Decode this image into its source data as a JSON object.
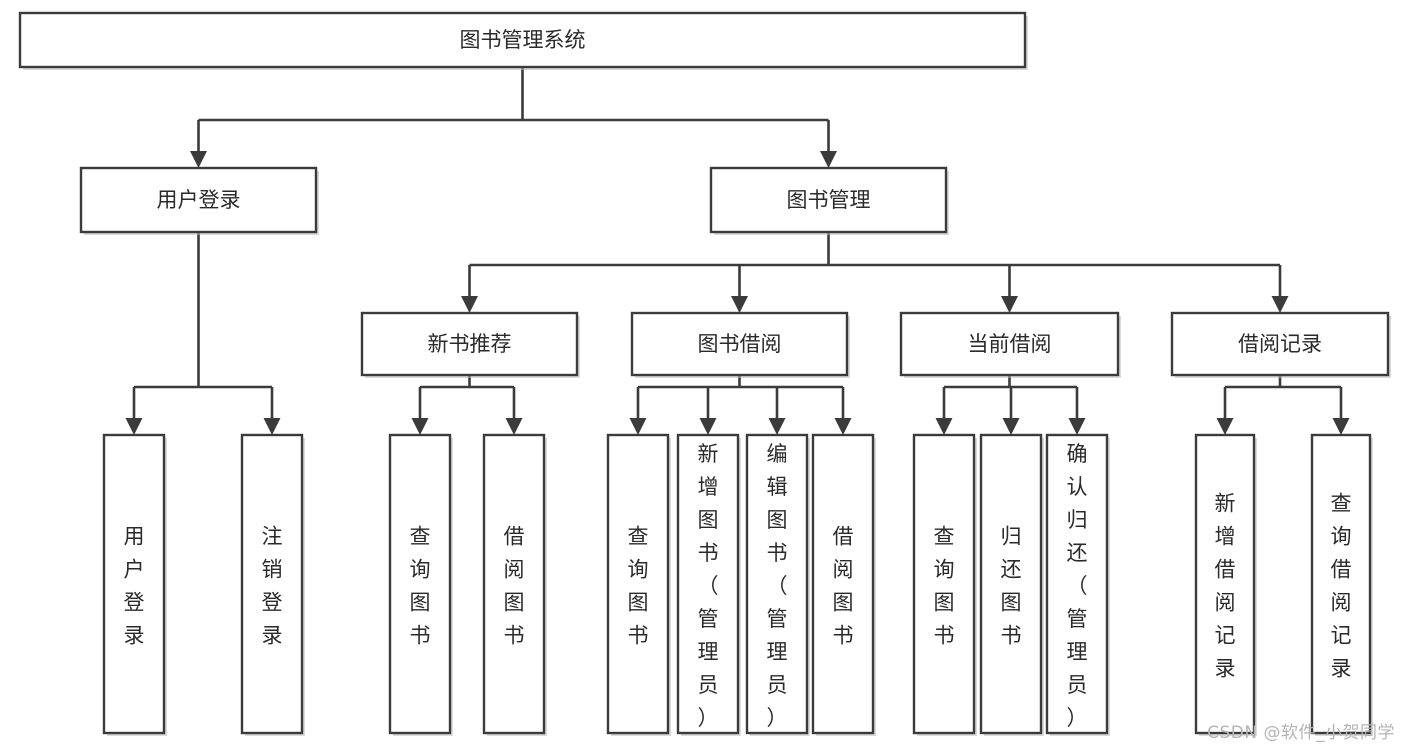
{
  "diagram": {
    "type": "tree-hierarchy",
    "title": "图书管理系统",
    "watermark": "CSDN @软件_小贺同学",
    "colors": {
      "stroke": "#3b3b3b",
      "fill": "#ffffff",
      "text": "#2a2a2a",
      "watermark": "#b4b4b4",
      "background": "#ffffff"
    },
    "levels": [
      {
        "level": 0,
        "nodes": [
          {
            "id": "root",
            "label": "图书管理系统",
            "orientation": "horizontal"
          }
        ]
      },
      {
        "level": 1,
        "nodes": [
          {
            "id": "login",
            "label": "用户登录",
            "orientation": "horizontal",
            "parent": "root"
          },
          {
            "id": "bookmgmt",
            "label": "图书管理",
            "orientation": "horizontal",
            "parent": "root"
          }
        ]
      },
      {
        "level": 2,
        "nodes": [
          {
            "id": "newbook",
            "label": "新书推荐",
            "orientation": "horizontal",
            "parent": "bookmgmt"
          },
          {
            "id": "borrow",
            "label": "图书借阅",
            "orientation": "horizontal",
            "parent": "bookmgmt"
          },
          {
            "id": "current",
            "label": "当前借阅",
            "orientation": "horizontal",
            "parent": "bookmgmt"
          },
          {
            "id": "record",
            "label": "借阅记录",
            "orientation": "horizontal",
            "parent": "bookmgmt"
          }
        ]
      },
      {
        "level": 3,
        "nodes": [
          {
            "id": "leaf1",
            "label": "用户登录",
            "orientation": "vertical",
            "parent": "login"
          },
          {
            "id": "leaf2",
            "label": "注销登录",
            "orientation": "vertical",
            "parent": "login"
          },
          {
            "id": "leaf3",
            "label": "查询图书",
            "orientation": "vertical",
            "parent": "newbook"
          },
          {
            "id": "leaf4",
            "label": "借阅图书",
            "orientation": "vertical",
            "parent": "newbook"
          },
          {
            "id": "leaf5",
            "label": "查询图书",
            "orientation": "vertical",
            "parent": "borrow"
          },
          {
            "id": "leaf6",
            "label": "新增图书（管理员）",
            "orientation": "vertical",
            "parent": "borrow"
          },
          {
            "id": "leaf7",
            "label": "编辑图书（管理员）",
            "orientation": "vertical",
            "parent": "borrow"
          },
          {
            "id": "leaf8",
            "label": "借阅图书",
            "orientation": "vertical",
            "parent": "borrow"
          },
          {
            "id": "leaf9",
            "label": "查询图书",
            "orientation": "vertical",
            "parent": "current"
          },
          {
            "id": "leaf10",
            "label": "归还图书",
            "orientation": "vertical",
            "parent": "current"
          },
          {
            "id": "leaf11",
            "label": "确认归还（管理员）",
            "orientation": "vertical",
            "parent": "current"
          },
          {
            "id": "leaf12",
            "label": "新增借阅记录",
            "orientation": "vertical",
            "parent": "record"
          },
          {
            "id": "leaf13",
            "label": "查询借阅记录",
            "orientation": "vertical",
            "parent": "record"
          }
        ]
      }
    ]
  }
}
